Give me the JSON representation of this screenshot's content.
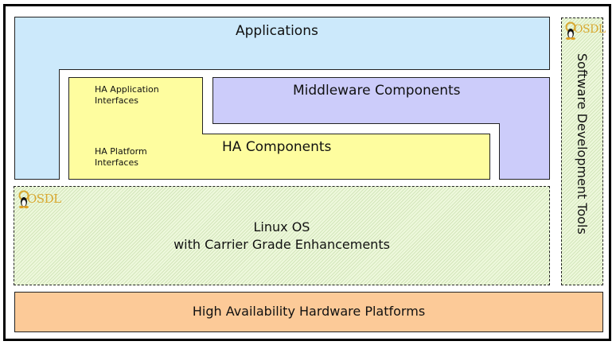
{
  "diagram": {
    "title": "Carrier Grade Linux Architecture",
    "colors": {
      "applications": "#cce9fb",
      "middleware": "#ccccfa",
      "ha_components": "#fefd9f",
      "linux_os": "#eef8dc",
      "hardware": "#fcca98",
      "osdl_logo": "#d8a830"
    },
    "blocks": {
      "applications": {
        "label": "Applications"
      },
      "middleware": {
        "label": "Middleware Components"
      },
      "ha_components": {
        "label": "HA Components",
        "sub_labels": {
          "application_interfaces_line1": "HA Application",
          "application_interfaces_line2": "Interfaces",
          "platform_interfaces_line1": "HA Platform",
          "platform_interfaces_line2": "Interfaces"
        }
      },
      "linux_os": {
        "label_line1": "Linux OS",
        "label_line2": "with Carrier Grade Enhancements",
        "logo": "OSDL"
      },
      "dev_tools": {
        "label": "Software Development Tools",
        "logo": "OSDL"
      },
      "hardware": {
        "label": "High Availability Hardware Platforms"
      }
    },
    "icons": {
      "logo_icon": "osdl-penguin-icon"
    }
  }
}
